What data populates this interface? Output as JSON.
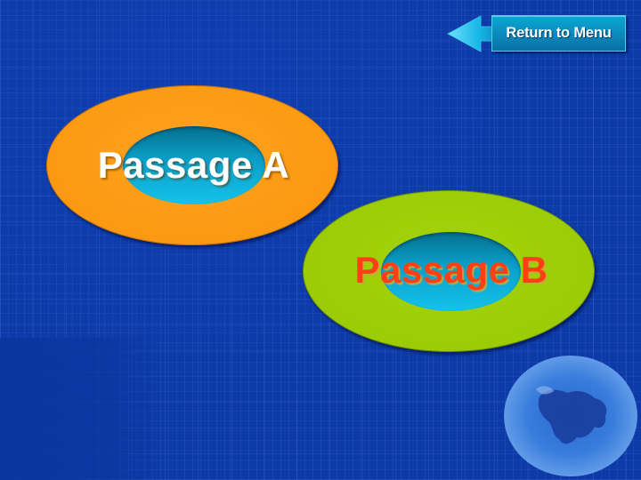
{
  "header": {
    "return_button": {
      "label": "Return to Menu",
      "icon": "arrow-left-icon"
    }
  },
  "passages": [
    {
      "id": "A",
      "label": "Passage A",
      "outer_color": "#fb9a12",
      "inner_color": "#0a9cc4",
      "text_color": "#ffffff"
    },
    {
      "id": "B",
      "label": "Passage B",
      "outer_color": "#9ccc06",
      "inner_color": "#0a9cc4",
      "text_color": "#ff4014"
    }
  ],
  "decorations": {
    "globe": "globe-icon"
  },
  "theme": {
    "background": "#0c3aa6",
    "button_accent": "#0aa6d2"
  }
}
